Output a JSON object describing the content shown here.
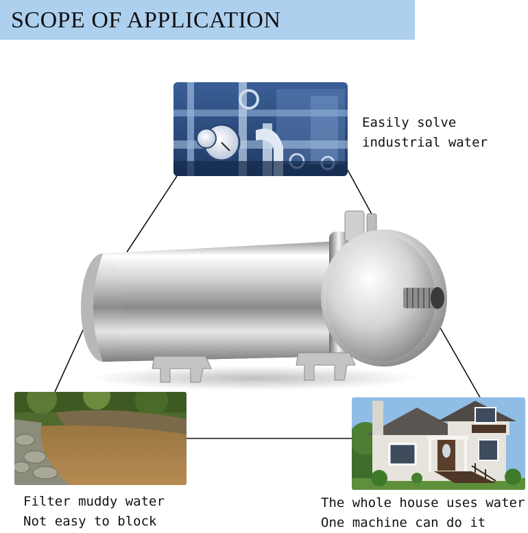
{
  "header": {
    "title": "SCOPE OF APPLICATION",
    "background_color": "#aed0ef"
  },
  "applications": [
    {
      "image": "industrial-pipes-photo",
      "lines": [
        "Easily solve",
        "industrial water"
      ]
    },
    {
      "image": "muddy-river-photo",
      "lines": [
        "Filter muddy water",
        "Not easy to block"
      ]
    },
    {
      "image": "house-photo",
      "lines": [
        "The whole house uses water",
        "One machine can do it"
      ]
    }
  ],
  "product": {
    "image": "stainless-steel-water-filter-housing"
  },
  "colors": {
    "connector_line": "#111111",
    "text": "#111111"
  }
}
